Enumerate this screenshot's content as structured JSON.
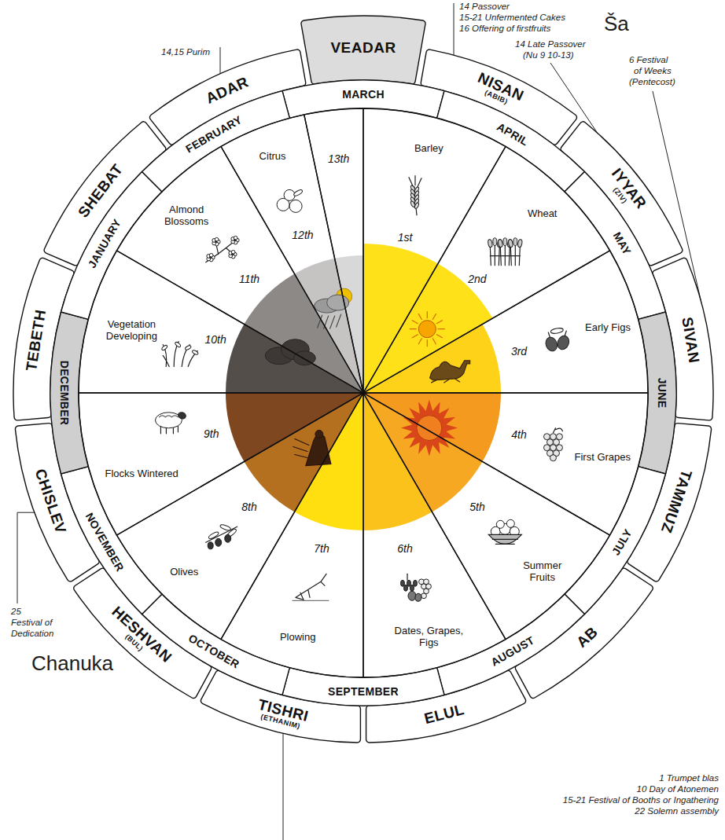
{
  "diagram": {
    "nodes": [
      {
        "text": [
          "VEADAR"
        ]
      },
      {
        "text": [
          "NISAN",
          "(ABIB)"
        ]
      },
      {
        "text": [
          "IYYAR",
          "(ZIV)"
        ]
      },
      {
        "text": [
          "SIVAN"
        ]
      },
      {
        "text": [
          "TAMMUZ"
        ]
      },
      {
        "text": [
          "AB"
        ]
      },
      {
        "text": [
          "ELUL"
        ]
      },
      {
        "text": [
          "TISHRI",
          "(ETHANIM)"
        ]
      },
      {
        "text": [
          "HESHVAN",
          "(BUL)"
        ]
      },
      {
        "text": [
          "CHISLEV"
        ]
      },
      {
        "text": [
          "TEBETH"
        ]
      },
      {
        "text": [
          "SHEBAT"
        ]
      },
      {
        "text": [
          "ADAR"
        ]
      },
      {
        "text": [
          "MARCH"
        ]
      },
      {
        "text": [
          "APRIL"
        ]
      },
      {
        "text": [
          "MAY"
        ]
      },
      {
        "text": [
          "JUNE"
        ]
      },
      {
        "text": [
          "JULY"
        ]
      },
      {
        "text": [
          "AUGUST"
        ]
      },
      {
        "text": [
          "SEPTEMBER"
        ]
      },
      {
        "text": [
          "OCTOBER"
        ]
      },
      {
        "text": [
          "NOVEMBER"
        ]
      },
      {
        "text": [
          "DECEMBER"
        ]
      },
      {
        "text": [
          "JANUARY"
        ]
      },
      {
        "text": [
          "FEBRUARY"
        ]
      },
      {
        "text": [
          "1st",
          "Barley"
        ]
      },
      {
        "text": [
          "2nd",
          "Wheat"
        ]
      },
      {
        "text": [
          "3rd",
          "Early Figs"
        ]
      },
      {
        "text": [
          "4th",
          "First Grapes"
        ]
      },
      {
        "text": [
          "5th",
          "Summer Fruits"
        ]
      },
      {
        "text": [
          "6th",
          "Dates, Grapes, Figs"
        ]
      },
      {
        "text": [
          "7th",
          "Plowing"
        ]
      },
      {
        "text": [
          "8th",
          "Olives"
        ]
      },
      {
        "text": [
          "9th",
          "Flocks Wintered"
        ]
      },
      {
        "text": [
          "10th",
          "Vegetation Developing"
        ]
      },
      {
        "text": [
          "11th",
          "Almond Blossoms"
        ]
      },
      {
        "text": [
          "12th",
          "Citrus"
        ]
      },
      {
        "text": [
          "13th"
        ]
      }
    ],
    "labels": [
      "14 Passover",
      "15-21 Unfermented Cakes",
      "16 Offering of firstfruits",
      "14 Late Passover",
      "(Nu 9 10-13)",
      "Ša",
      "6 Festival",
      "of Weeks",
      "(Pentecost)",
      "14,15 Purim",
      "25",
      "Festival of",
      "Dedication",
      "Chanuka",
      "1 Trumpet blas",
      "10 Day of Atonemen",
      "15-21 Festival of Booths or Ingathering",
      "22 Solemn assembly"
    ]
  }
}
